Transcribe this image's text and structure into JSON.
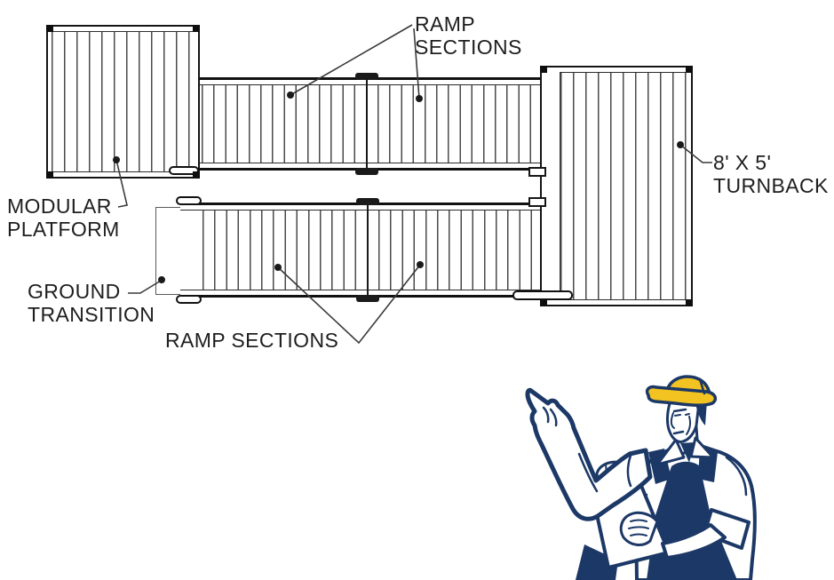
{
  "diagram": {
    "labels": {
      "ramp_sections_top": {
        "line1": "RAMP",
        "line2": "SECTIONS"
      },
      "modular_platform": {
        "line1": "MODULAR",
        "line2": "PLATFORM"
      },
      "turnback": {
        "line1": "8' X 5'",
        "line2": "TURNBACK"
      },
      "ground_transition": {
        "line1": "GROUND",
        "line2": "TRANSITION"
      },
      "ramp_sections_bottom": "RAMP SECTIONS"
    },
    "colors": {
      "line_dark": "#141414",
      "line_mid": "#3a3a3a",
      "label_text": "#1e1e1e"
    }
  },
  "illustration": {
    "subject": "construction worker pointing while holding clipboard",
    "colors": {
      "navy": "#1c3866",
      "hard_hat_yellow": "#f2c321",
      "shirt_white": "#ffffff"
    }
  }
}
